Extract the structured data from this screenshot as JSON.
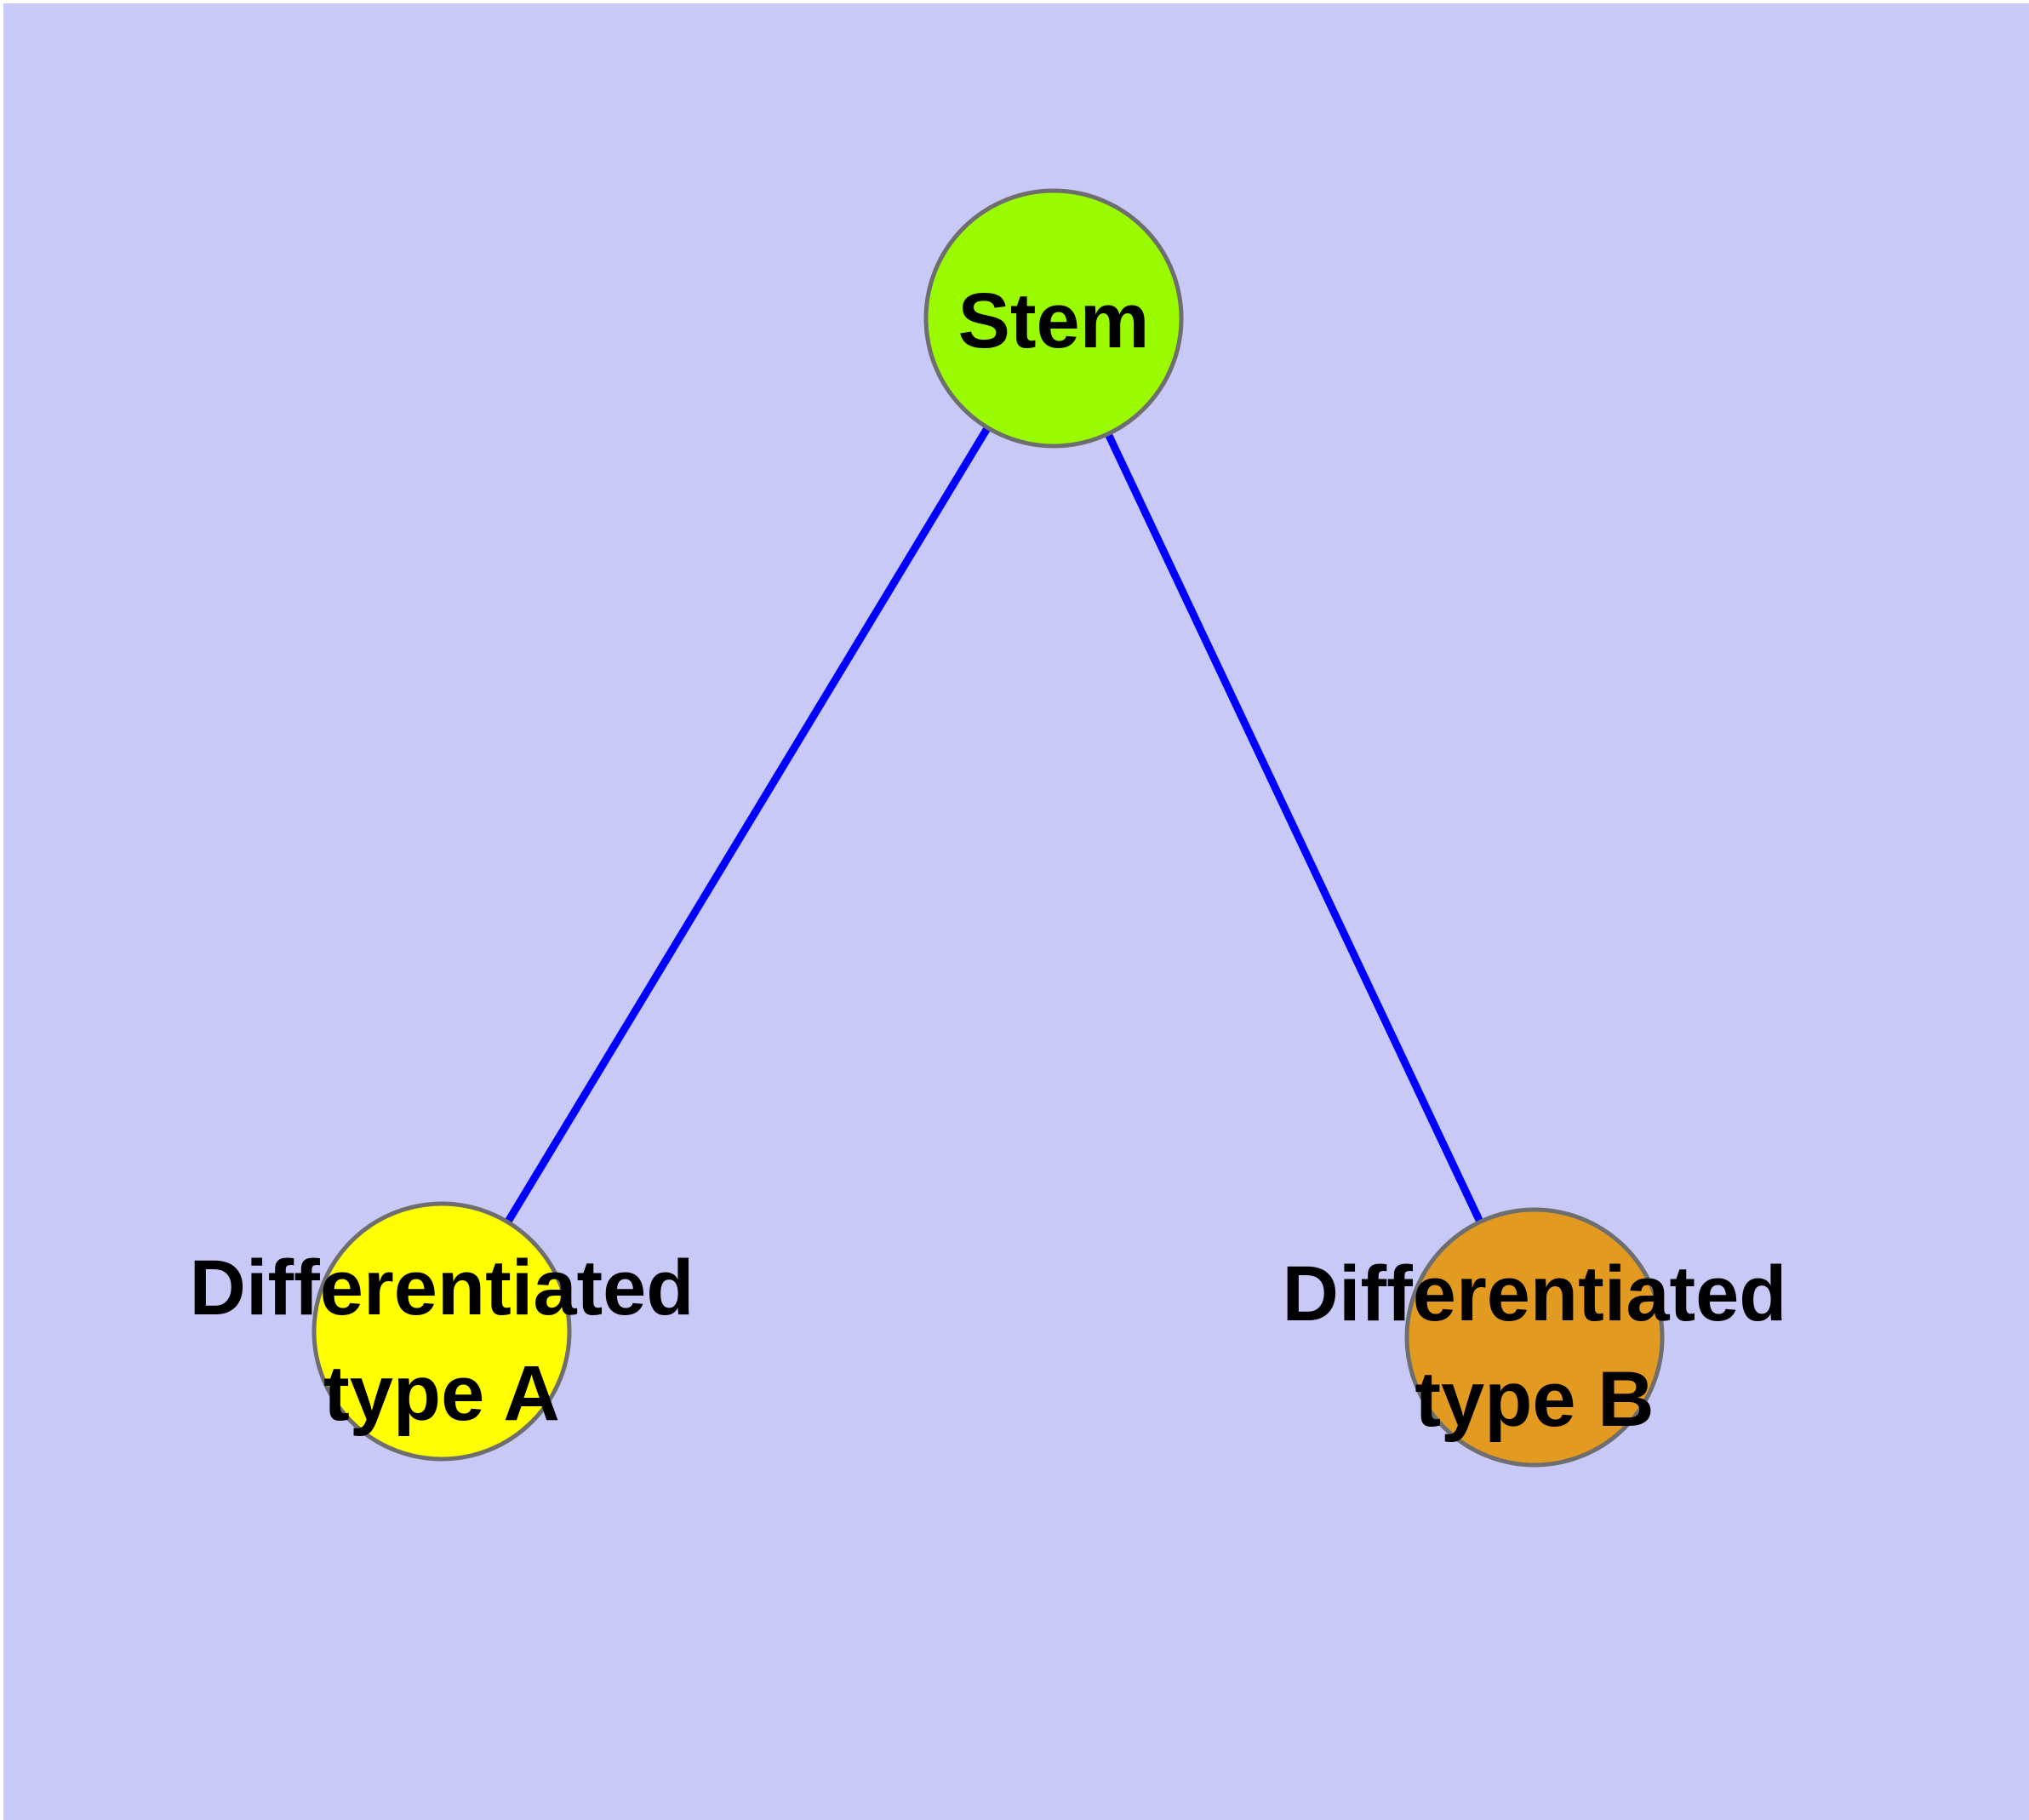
{
  "diagram": {
    "type": "graph",
    "background_color": "#C9C9F8",
    "page_margin_color": "#FFFFFF",
    "edge_color": "#0000FF",
    "node_border_color": "#6E6E6E",
    "text_color": "#000000",
    "nodes": [
      {
        "id": "stem",
        "label": "Stem",
        "fill": "#9AFB00"
      },
      {
        "id": "differentiated-type-a",
        "label_line1": "Differentiated",
        "label_line2": "type A",
        "fill": "#FFFF00"
      },
      {
        "id": "differentiated-type-b",
        "label_line1": "Differentiated",
        "label_line2": "type B",
        "fill": "#E39A21"
      }
    ],
    "edges": [
      {
        "from": "Stem",
        "to": "Differentiated type A"
      },
      {
        "from": "Stem",
        "to": "Differentiated type B"
      }
    ]
  }
}
